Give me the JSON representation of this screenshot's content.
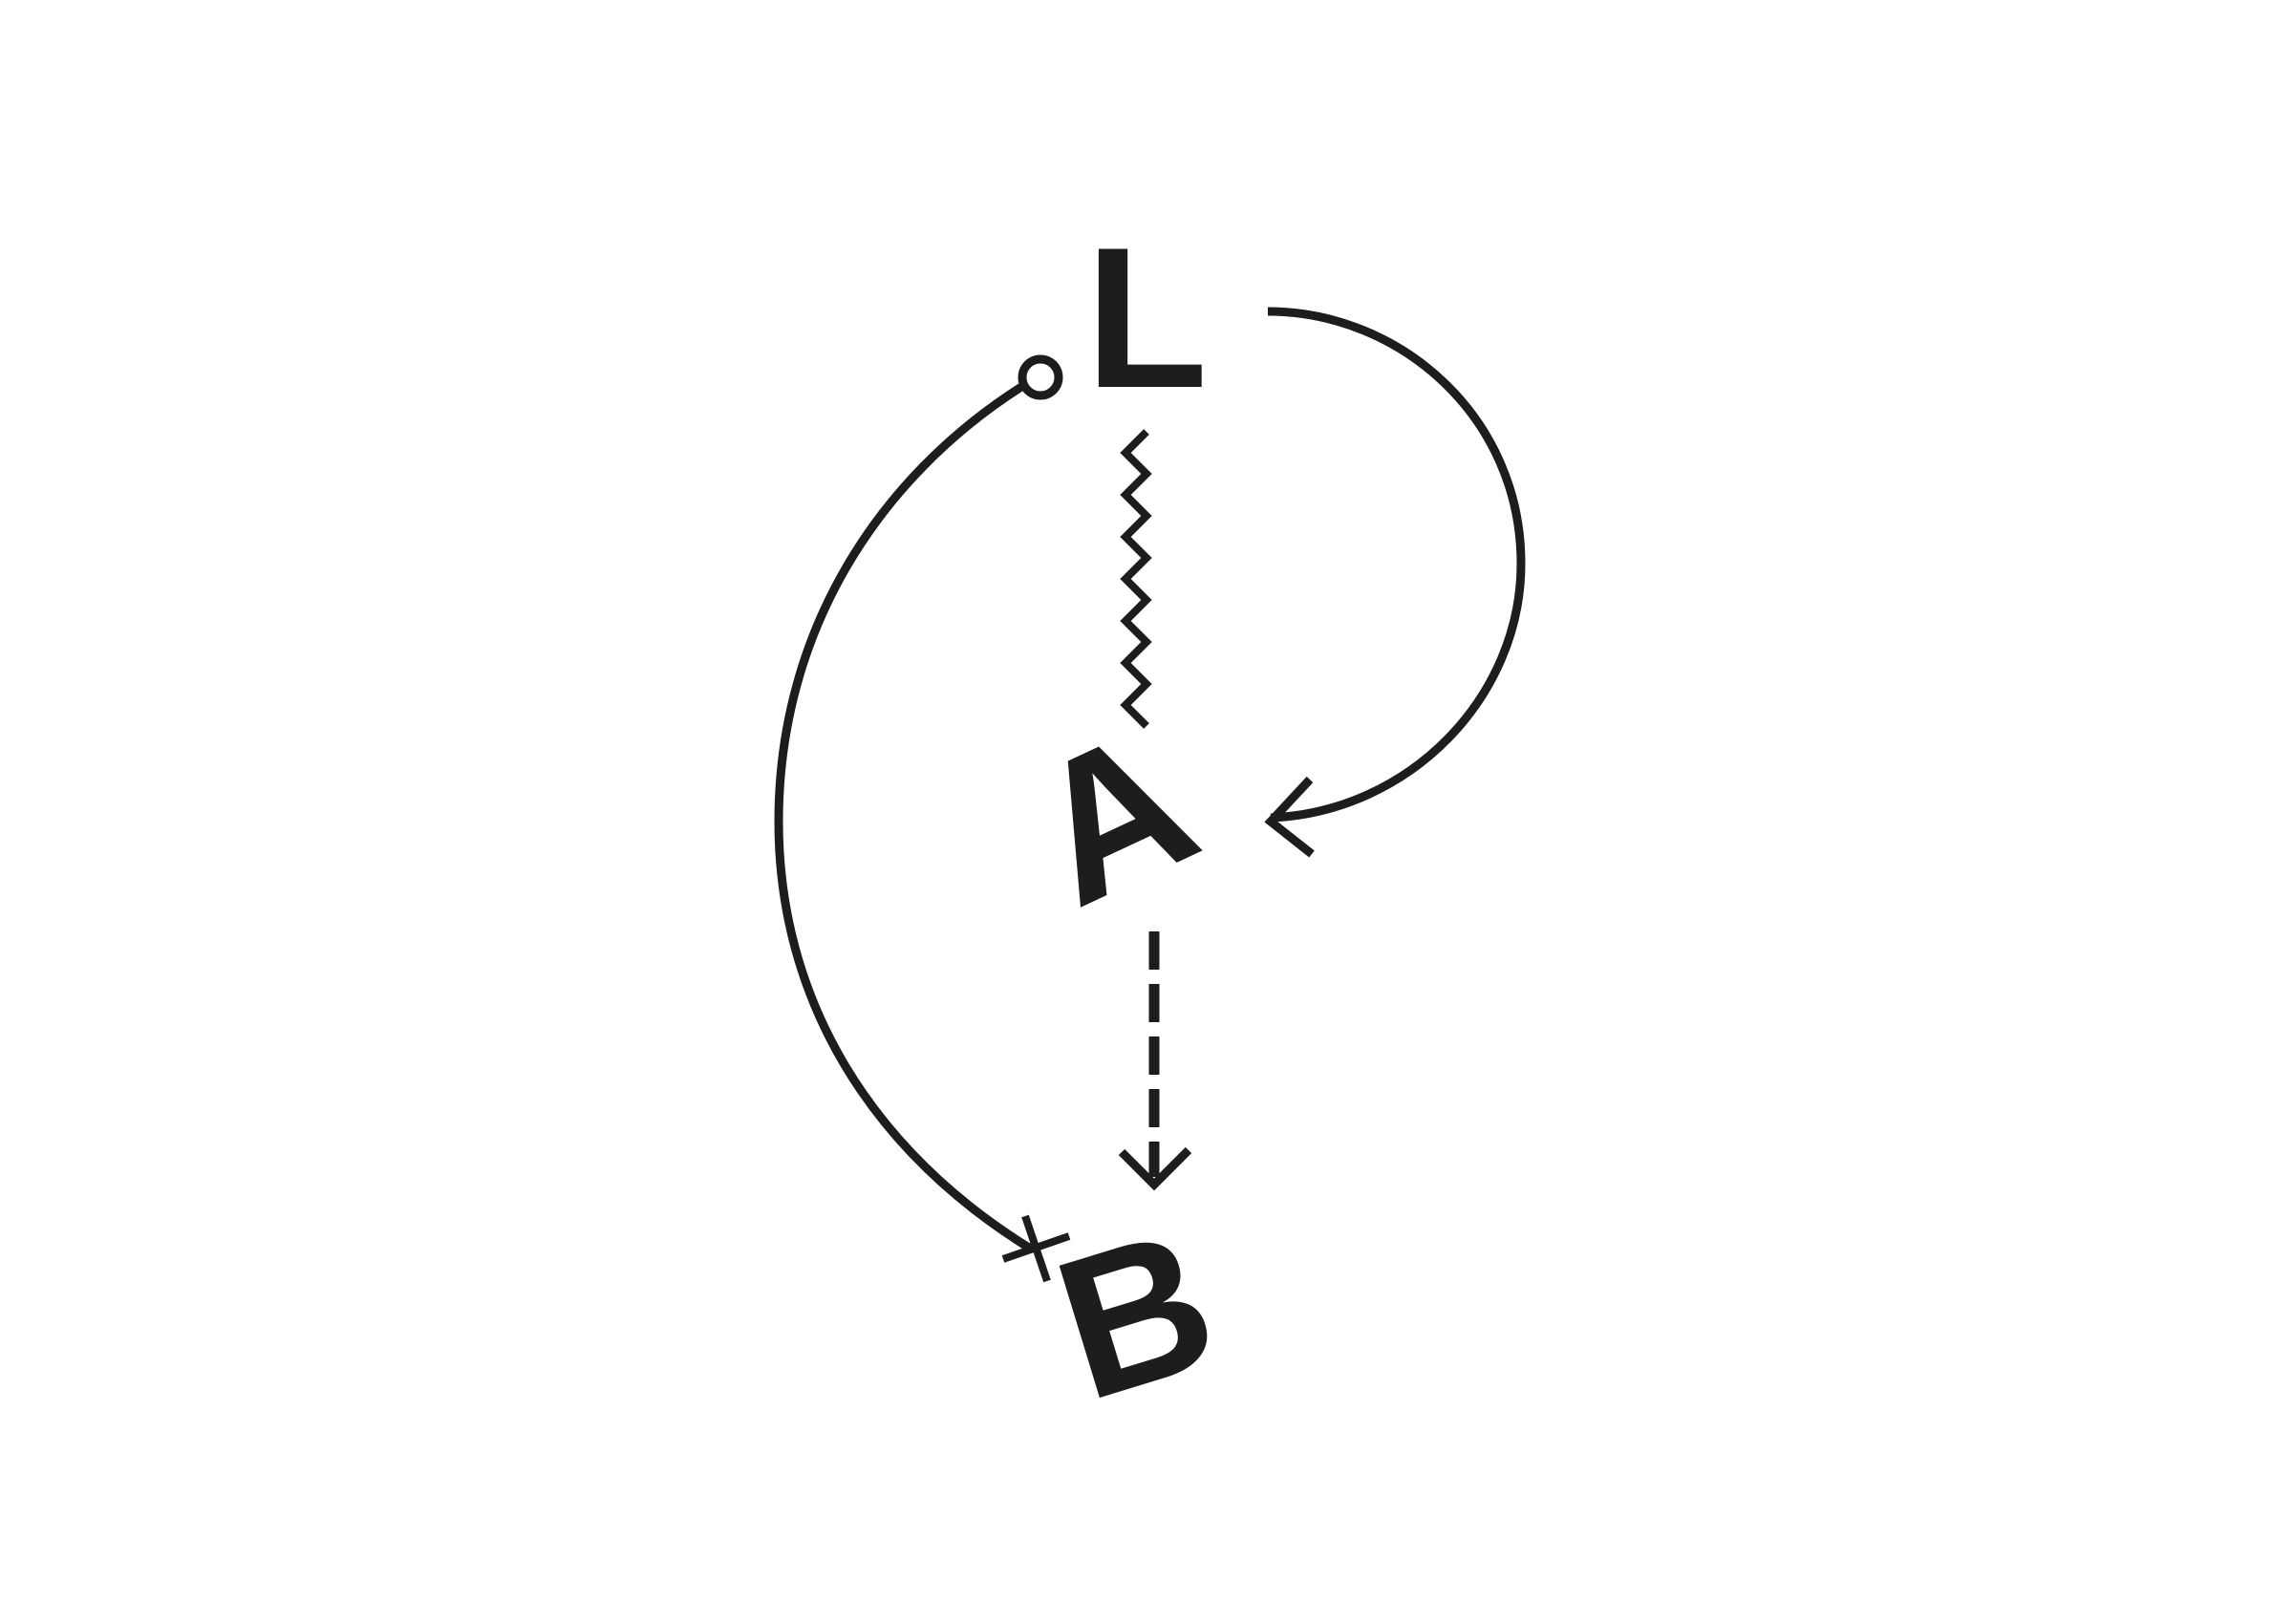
{
  "diagram": {
    "nodes": [
      {
        "id": "L",
        "label": "L"
      },
      {
        "id": "A",
        "label": "A"
      },
      {
        "id": "B",
        "label": "B"
      }
    ],
    "edges": [
      {
        "from": "L",
        "to": "A",
        "style": "zigzag",
        "end": "none"
      },
      {
        "from": "L",
        "to": "A",
        "style": "solid-arc",
        "end": "open-arrow"
      },
      {
        "from": "A",
        "to": "B",
        "style": "dashed",
        "end": "open-arrow"
      },
      {
        "from": "L",
        "to": "B",
        "style": "solid-arc",
        "start": "hollow-circle",
        "end": "cross"
      }
    ],
    "colors": {
      "ink": "#1d1d1d",
      "background": "#ffffff"
    }
  }
}
